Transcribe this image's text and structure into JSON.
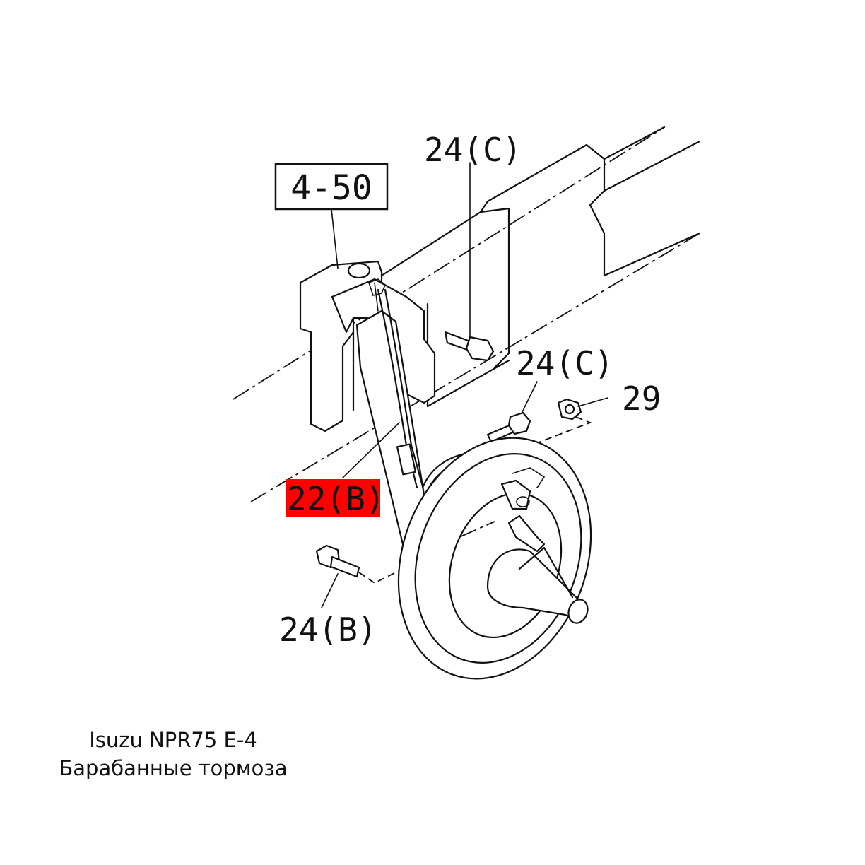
{
  "reference_box": {
    "label": "4-50"
  },
  "callouts": {
    "bolt_top": "24(C)",
    "bolt_mid": "24(C)",
    "nut": "29",
    "hose_highlight": "22(B)",
    "bolt_bottom": "24(B)"
  },
  "highlight_color": "#ff0000",
  "caption": {
    "line1": "Isuzu NPR75 E-4",
    "line2": "Барабанные тормоза"
  }
}
